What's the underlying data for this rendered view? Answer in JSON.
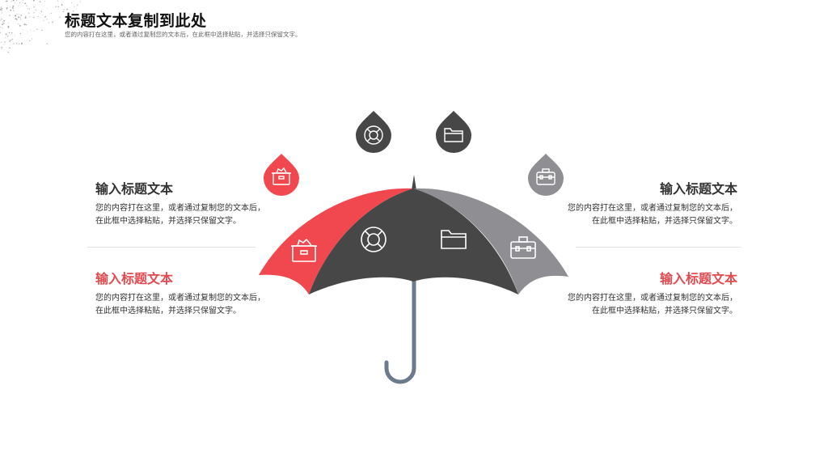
{
  "header": {
    "title": "标题文本复制到此处",
    "subtitle": "您的内容打在这里，或者通过复制您的文本后，在此框中选择粘贴，并选择只保留文字。"
  },
  "blocks": [
    {
      "heading": "输入标题文本",
      "line1": "您的内容打在这里，或者通过复制您的文本后，",
      "line2": "在此框中选择粘贴，并选择只保留文字。"
    },
    {
      "heading": "输入标题文本",
      "line1": "您的内容打在这里，或者通过复制您的文本后，",
      "line2": "在此框中选择粘贴，并选择只保留文字。"
    },
    {
      "heading": "输入标题文本",
      "line1": "您的内容打在这里，或者通过复制您的文本后，",
      "line2": "在此框中选择粘贴，并选择只保留文字。"
    },
    {
      "heading": "输入标题文本",
      "line1": "您的内容打在这里，或者通过复制您的文本后，",
      "line2": "在此框中选择粘贴，并选择只保留文字。"
    }
  ],
  "colors": {
    "red": "#f0484e",
    "dark": "#474747",
    "gray": "#8e8e93",
    "handle": "#6b7b8c"
  },
  "icons": [
    "tool-box-icon",
    "lifebuoy-icon",
    "folder-icon",
    "toolbox-icon"
  ]
}
